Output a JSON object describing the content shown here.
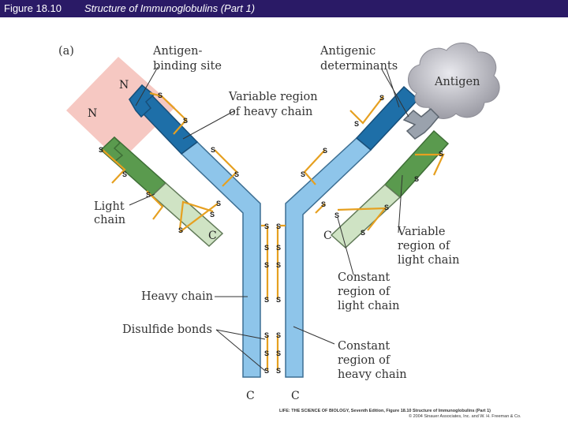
{
  "header": {
    "figure_number": "Figure 18.10",
    "figure_title": "Structure of Immunoglobulins (Part 1)"
  },
  "diagram": {
    "panel_label": "(a)",
    "labels": {
      "antigen_binding_site": [
        "Antigen-",
        "binding site"
      ],
      "antigenic_determinants": [
        "Antigenic",
        "determinants"
      ],
      "antigen": "Antigen",
      "variable_heavy": [
        "Variable region",
        "of heavy chain"
      ],
      "light_chain": [
        "Light",
        "chain"
      ],
      "variable_light": [
        "Variable",
        "region of",
        "light chain"
      ],
      "constant_light": [
        "Constant",
        "region of",
        "light chain"
      ],
      "heavy_chain": "Heavy chain",
      "disulfide_bonds": "Disulfide bonds",
      "constant_heavy": [
        "Constant",
        "region of",
        "heavy chain"
      ]
    },
    "terminus_n": "N",
    "terminus_c": "C",
    "disulfide_symbol": "S",
    "colors": {
      "heavy_constant": "#8ec5ea",
      "heavy_variable": "#1e6fa8",
      "light_constant": "#cfe3c4",
      "light_variable": "#5a9a4e",
      "antigen_site_variable": "#9aa2ad",
      "binding_site_highlight": "#f6c8c2",
      "bond": "#e6a020",
      "antigen": "#b7b7bd"
    }
  },
  "credit": {
    "book": "LIFE: THE SCIENCE OF BIOLOGY, Seventh Edition,",
    "figure": "Figure 18.10 Structure of Immunoglobulins (Part 1)",
    "copyright": "© 2004 Sinauer Associates, Inc. and W. H. Freeman & Co."
  }
}
